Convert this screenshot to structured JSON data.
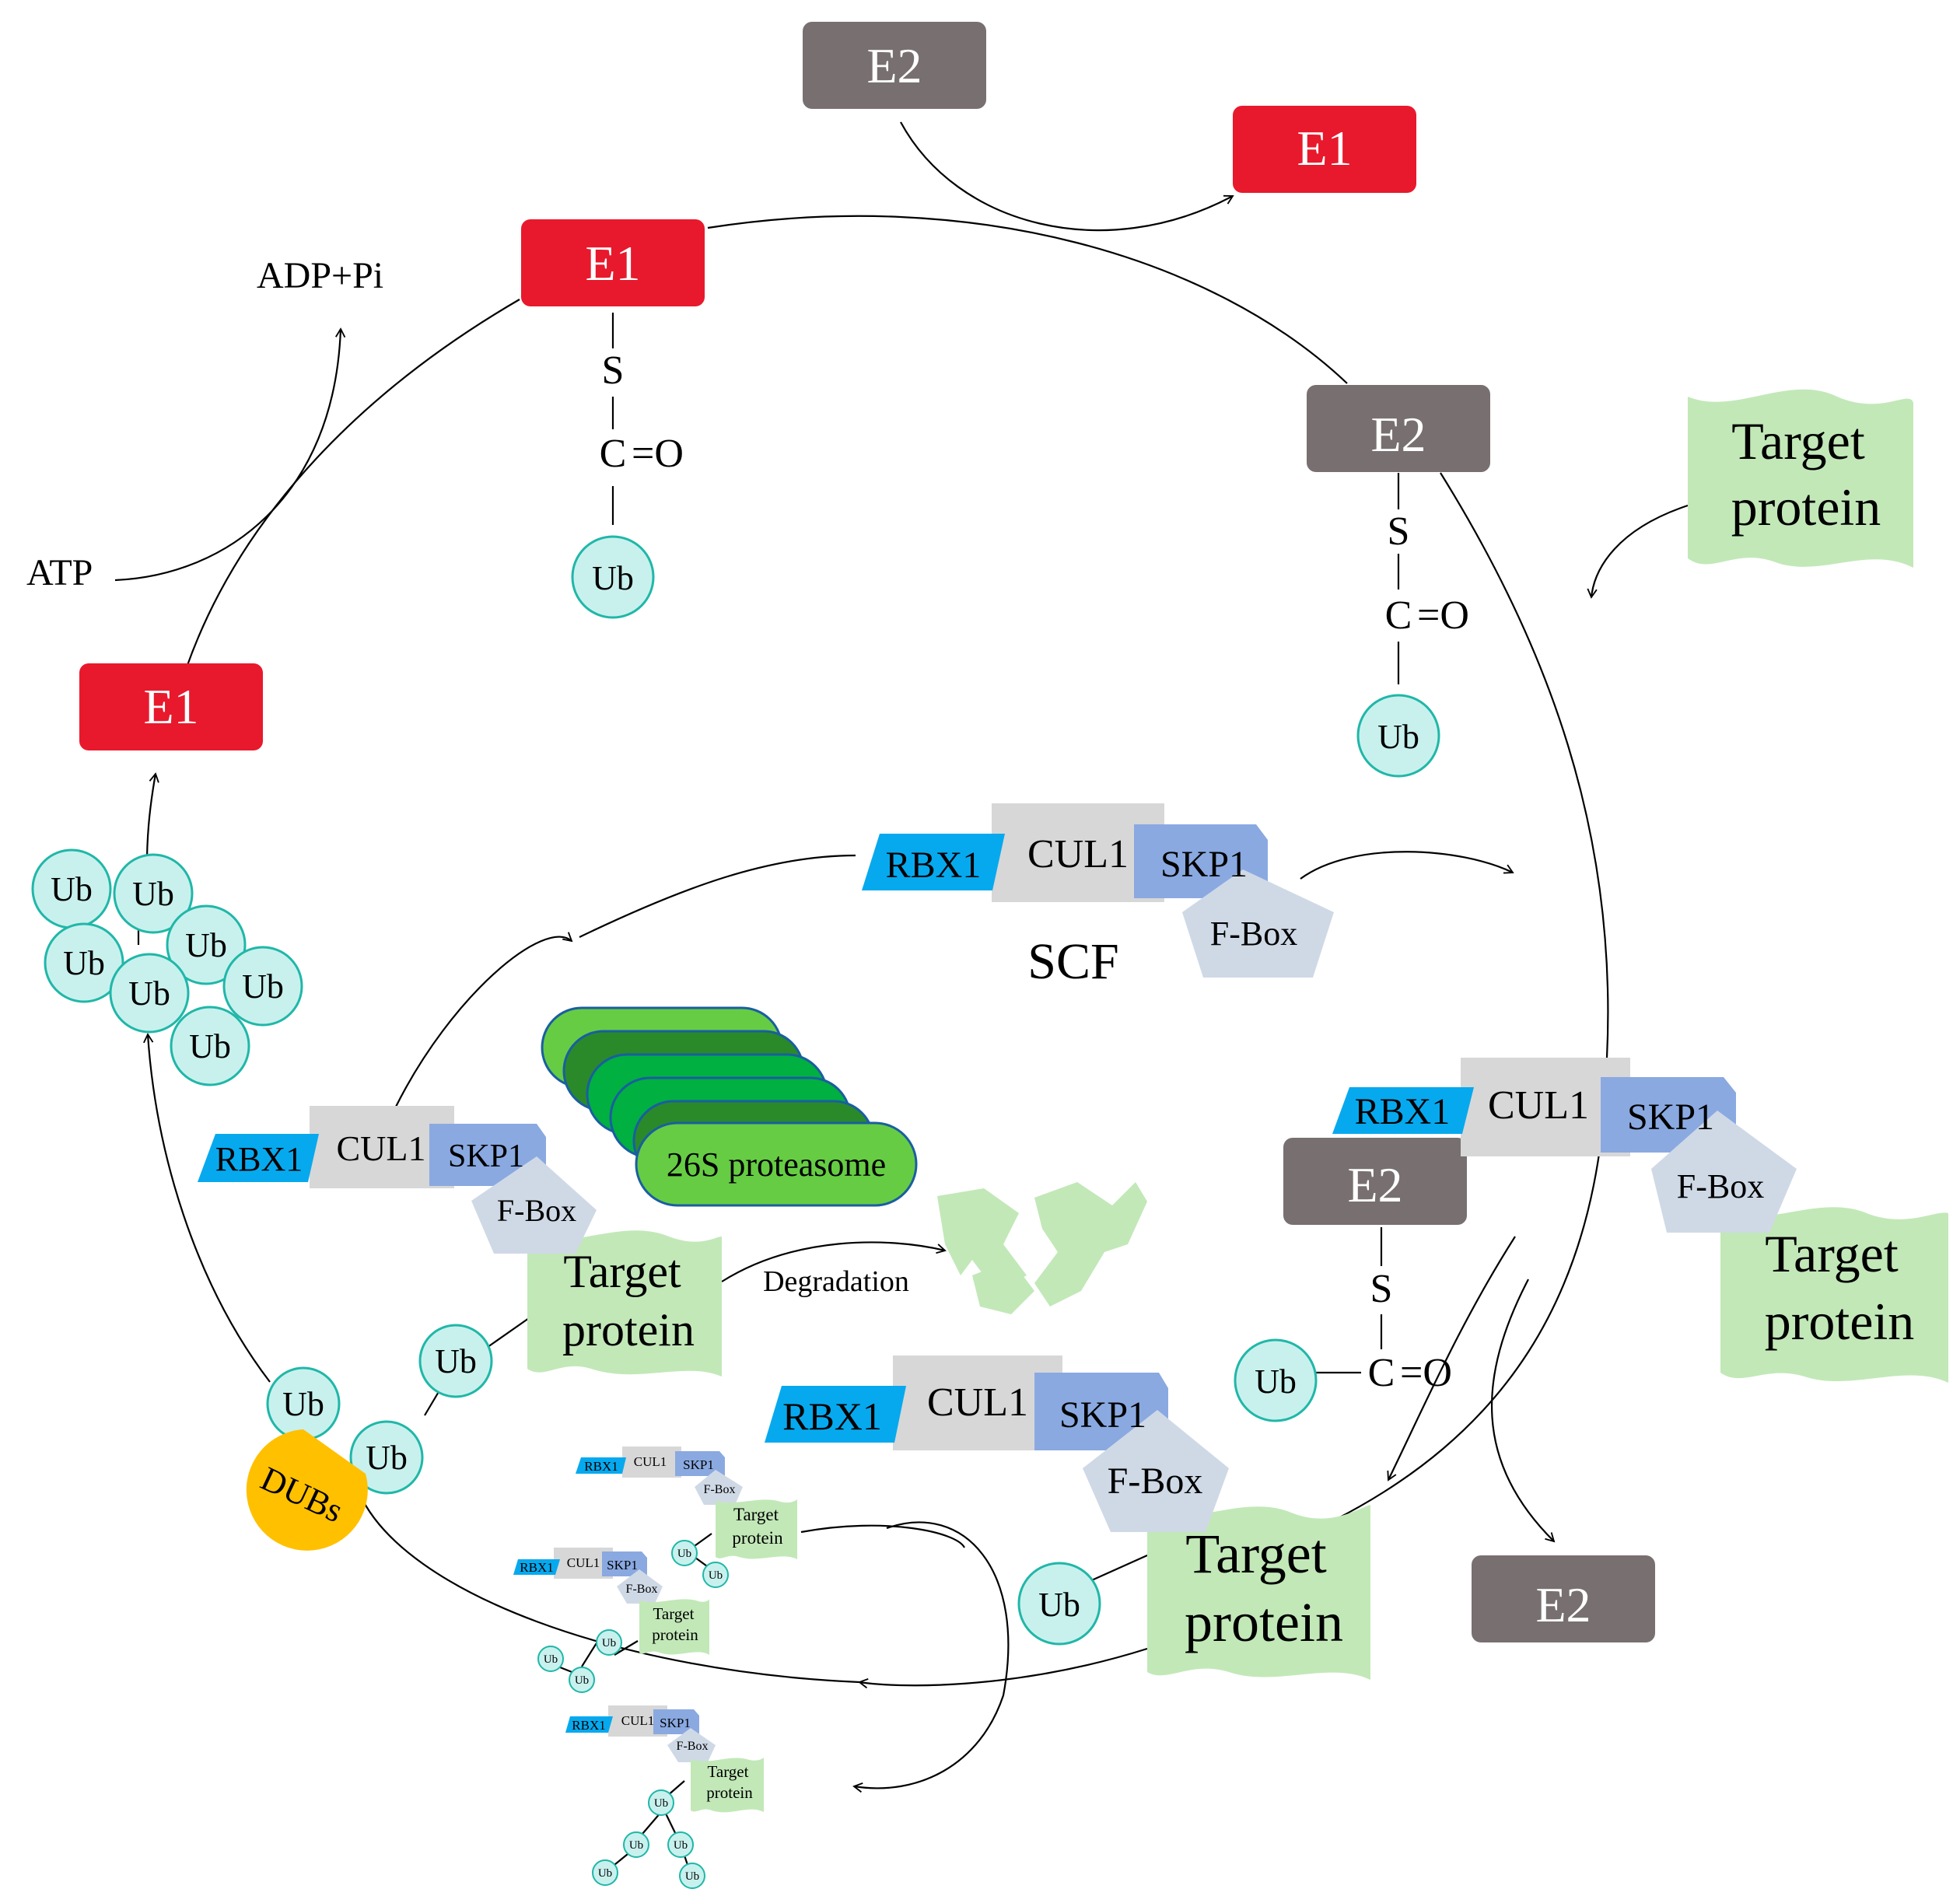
{
  "labels": {
    "e1": "E1",
    "e2": "E2",
    "ub": "Ub",
    "sulfur": "S",
    "carbon": "C",
    "carbonyl": "=O",
    "atp": "ATP",
    "adp": "ADP+Pi",
    "rbx1": "RBX1",
    "cul1": "CUL1",
    "skp1": "SKP1",
    "fbox": "F-Box",
    "scf": "SCF",
    "target_line1": "Target",
    "target_line2": "protein",
    "proteasome": "26S proteasome",
    "degradation": "Degradation",
    "dubs": "DUBs"
  },
  "colors": {
    "e1": "#e8192c",
    "e2": "#787070",
    "ub_fill": "#c8f1ee",
    "ub_stroke": "#20b7a8",
    "rbx1": "#07a9ee",
    "cul1": "#d7d7d7",
    "skp1": "#8aa9e1",
    "fbox": "#cfd9e6",
    "target": "#c2e8b8",
    "proteasome_light": "#66cc44",
    "proteasome_dark": "#2a8a2a",
    "proteasome_mid": "#00b040",
    "dubs": "#ffc000"
  }
}
